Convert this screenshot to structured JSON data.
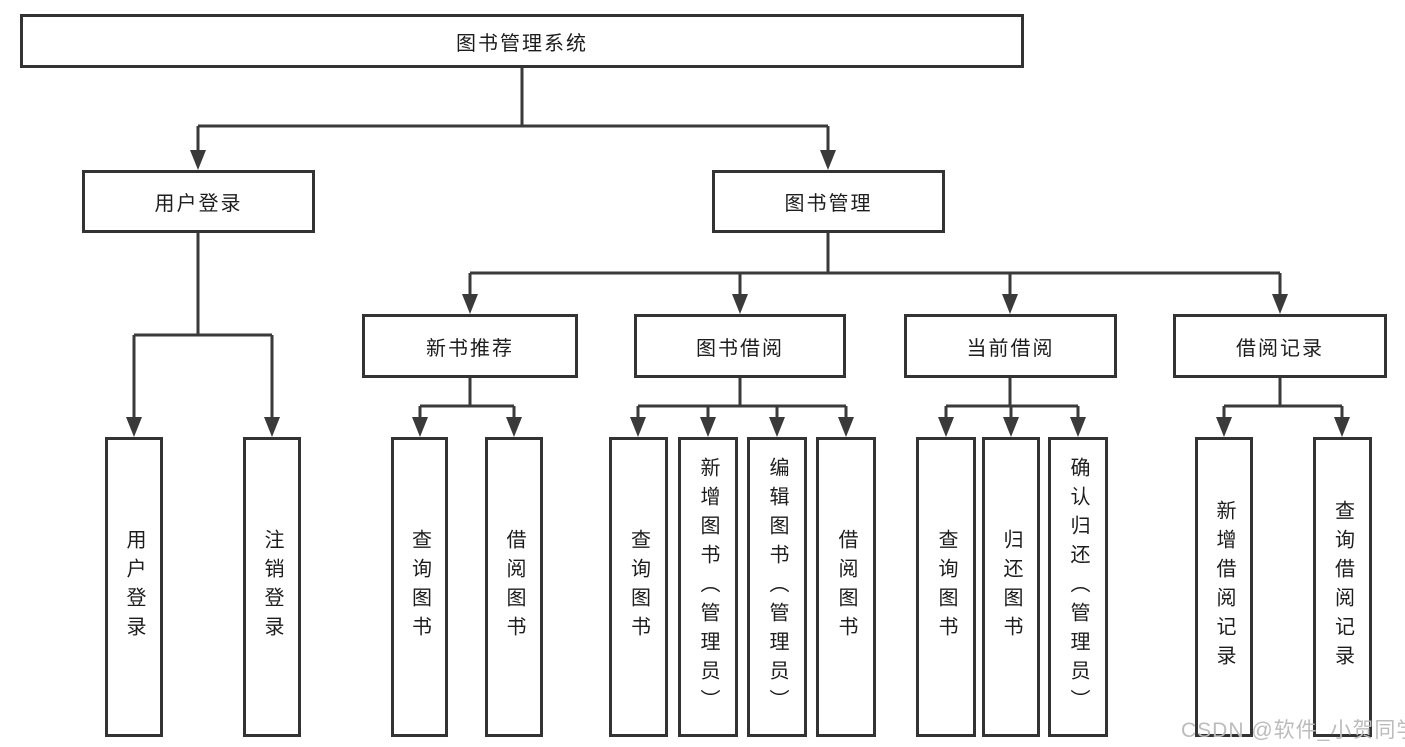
{
  "tree": {
    "root": {
      "label": "图书管理系统"
    },
    "children": [
      {
        "label": "用户登录",
        "children": [
          {
            "label": "用户登录"
          },
          {
            "label": "注销登录"
          }
        ]
      },
      {
        "label": "图书管理",
        "children": [
          {
            "label": "新书推荐",
            "children": [
              {
                "label": "查询图书"
              },
              {
                "label": "借阅图书"
              }
            ]
          },
          {
            "label": "图书借阅",
            "children": [
              {
                "label": "查询图书"
              },
              {
                "label": "新增图书（管理员）"
              },
              {
                "label": "编辑图书（管理员）"
              },
              {
                "label": "借阅图书"
              }
            ]
          },
          {
            "label": "当前借阅",
            "children": [
              {
                "label": "查询图书"
              },
              {
                "label": "归还图书"
              },
              {
                "label": "确认归还（管理员）"
              }
            ]
          },
          {
            "label": "借阅记录",
            "children": [
              {
                "label": "新增借阅记录"
              },
              {
                "label": "查询借阅记录"
              }
            ]
          }
        ]
      }
    ]
  },
  "watermark": {
    "text": "CSDN @软件_小贺同学"
  },
  "colors": {
    "line": "#3a3a3a",
    "box_border": "#333333",
    "text": "#1d1d1d",
    "watermark_text": "#bcbcbc",
    "background": "#ffffff"
  }
}
